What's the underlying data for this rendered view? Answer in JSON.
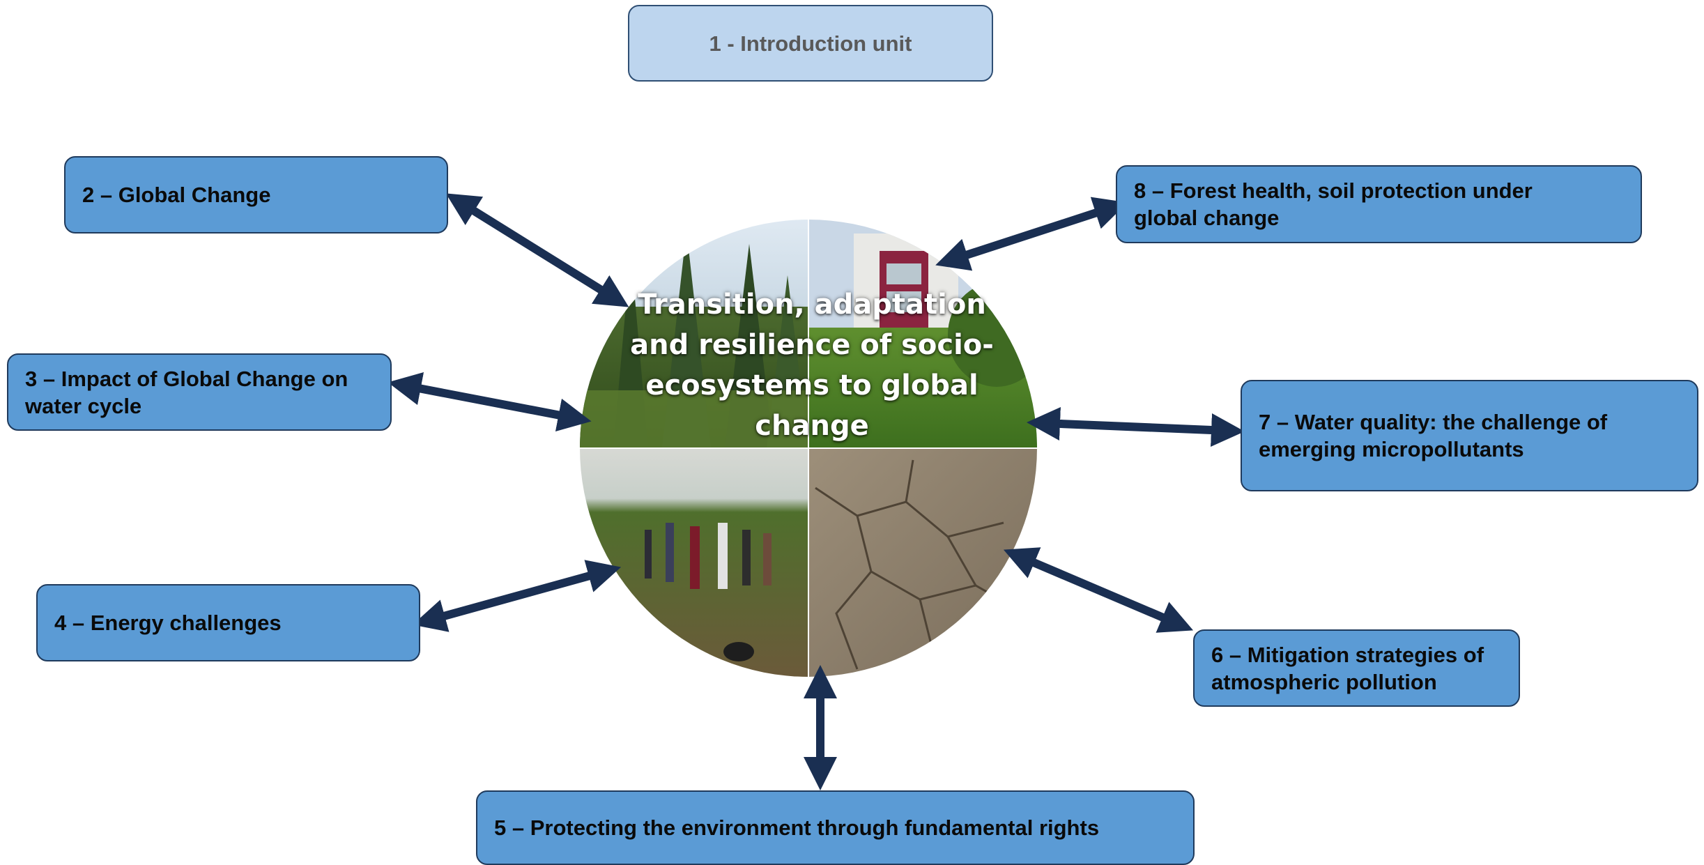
{
  "center": {
    "title": "Transition, adaptation and resilience of socio-ecosystems to global change",
    "quadrants": [
      "forest-photo",
      "building-photo",
      "vineyard-group-photo",
      "cracked-soil-photo"
    ]
  },
  "units": {
    "intro": "1 -  Introduction unit",
    "u2": "2 – Global Change",
    "u3": "3 – Impact of Global Change on water cycle",
    "u4": "4 – Energy challenges",
    "u5": "5 – Protecting the environment through fundamental rights",
    "u6": "6 – Mitigation strategies of atmospheric pollution",
    "u7": "7 – Water quality: the challenge of emerging micropollutants",
    "u8": "8 – Forest health, soil protection under global change"
  },
  "colors": {
    "box_fill": "#5b9bd5",
    "intro_fill": "#bdd5ee",
    "arrow": "#1a2f52"
  }
}
